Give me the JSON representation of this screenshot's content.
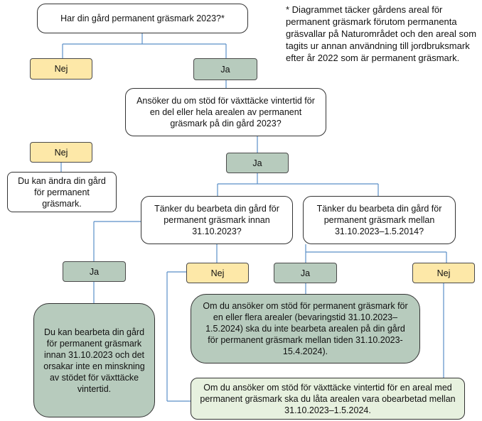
{
  "footnote": "* Diagrammet täcker gårdens areal för permanent gräsmark förutom permanenta gräsvallar på Naturområdet och den areal som tagits ur annan användning till jordbruksmark efter år 2022 som är permanent gräsmark.",
  "q1": "Har din gård permanent gräsmark 2023?*",
  "q1_no": "Nej",
  "q1_yes": "Ja",
  "q2": "Ansöker du om stöd för växttäcke vintertid för en del eller hela arealen av permanent gräsmark på din gård 2023?",
  "q2_no": "Nej",
  "q2_no_result": "Du kan ändra din gård för permanent gräsmark.",
  "q2_yes": "Ja",
  "q3a": "Tänker du bearbeta din gård för permanent gräsmark innan 31.10.2023?",
  "q3b": "Tänker du bearbeta din gård för permanent gräsmark mellan 31.10.2023–1.5.2014?",
  "q3a_yes": "Ja",
  "q3a_no": "Nej",
  "q3b_yes": "Ja",
  "q3b_no": "Nej",
  "result_a_yes": "Du kan bearbeta din gård för permanent gräsmark innan 31.10.2023 och det orsakar inte en minskning av stödet för växttäcke vintertid.",
  "result_b_yes": "Om du ansöker om stöd för permanent gräsmark för en eller flera arealer (bevaringstid 31.10.2023–1.5.2024) ska du inte bearbeta arealen på din gård för permanent gräsmark mellan tiden 31.10.2023-15.4.2024).",
  "result_no": "Om du ansöker om stöd för växttäcke vintertid för en areal med permanent gräsmark ska du låta arealen vara obearbetad mellan 31.10.2023–1.5.2024."
}
